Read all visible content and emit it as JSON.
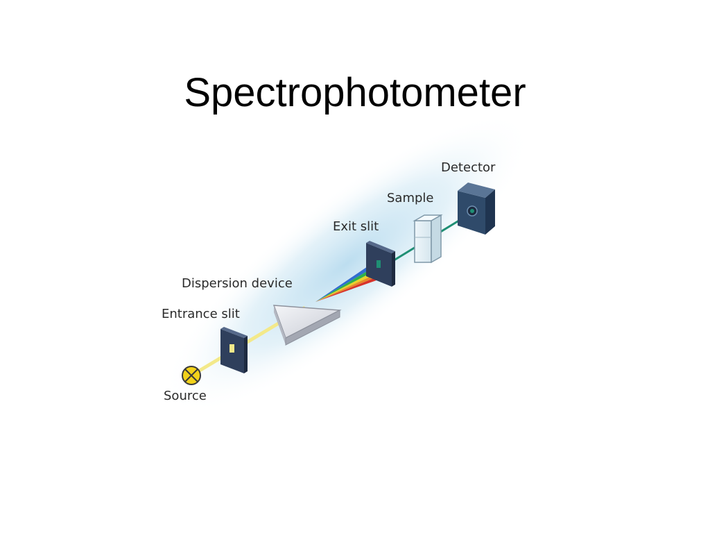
{
  "slide": {
    "title": "Spectrophotometer"
  },
  "diagram": {
    "labels": {
      "source": "Source",
      "entrance_slit": "Entrance slit",
      "dispersion_device": "Dispersion device",
      "exit_slit": "Exit slit",
      "sample": "Sample",
      "detector": "Detector"
    },
    "colors": {
      "background_glow": "#cfe6f3",
      "white_light_beam": "#f3e98a",
      "selected_beam": "#1f8f74",
      "slit_plate": "#2f3f5c",
      "detector_body": "#2f4a6a",
      "source_lamp": "#f2d21a",
      "prism": "#d9dce3",
      "spectrum": [
        "#7a2fb5",
        "#2f6fd1",
        "#2fb04a",
        "#e8d22a",
        "#e8882a",
        "#d8332a"
      ]
    }
  }
}
